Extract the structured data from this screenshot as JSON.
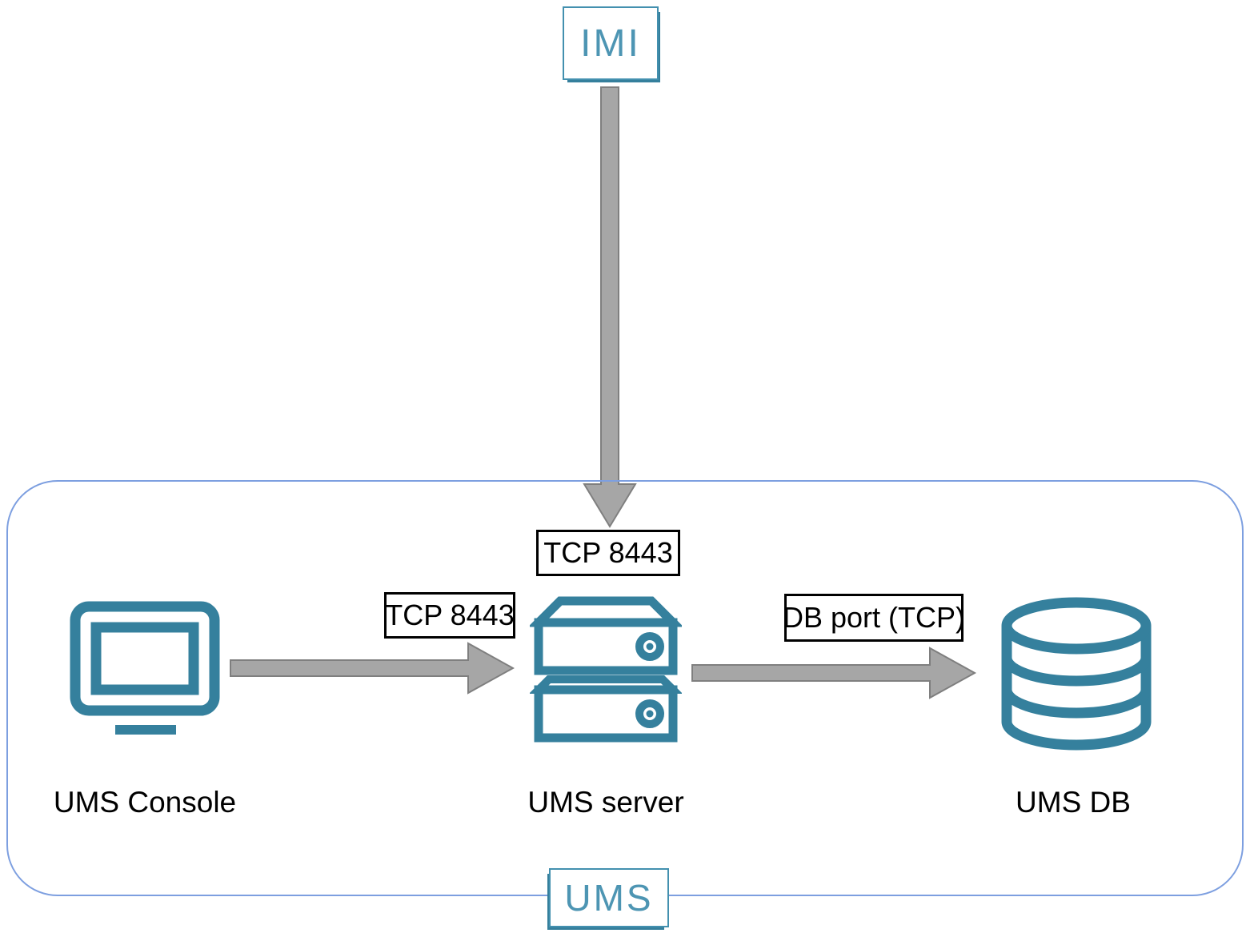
{
  "diagram": {
    "external_node": {
      "label": "IMI"
    },
    "boundary": {
      "label": "UMS"
    },
    "nodes": [
      {
        "label": "UMS Console",
        "icon": "monitor-icon"
      },
      {
        "label": "UMS server",
        "icon": "server-icon"
      },
      {
        "label": "UMS DB",
        "icon": "database-icon"
      }
    ],
    "connections": [
      {
        "from": "IMI",
        "to": "UMS server",
        "label": "TCP 8443",
        "direction": "down"
      },
      {
        "from": "UMS Console",
        "to": "UMS server",
        "label": "TCP 8443",
        "direction": "right"
      },
      {
        "from": "UMS server",
        "to": "UMS DB",
        "label": "DB port (TCP)",
        "direction": "right"
      }
    ],
    "colors": {
      "icon_teal": "#35809d",
      "sketch_text_teal": "#4d95b3",
      "sketch_border_teal": "#4390af",
      "boundary_border_blue": "#7d9fe0",
      "arrow_fill_gray": "#a6a6a6",
      "arrow_outline_gray": "#7f7f7f",
      "port_label_border": "#000000",
      "label_text": "#000000"
    }
  }
}
